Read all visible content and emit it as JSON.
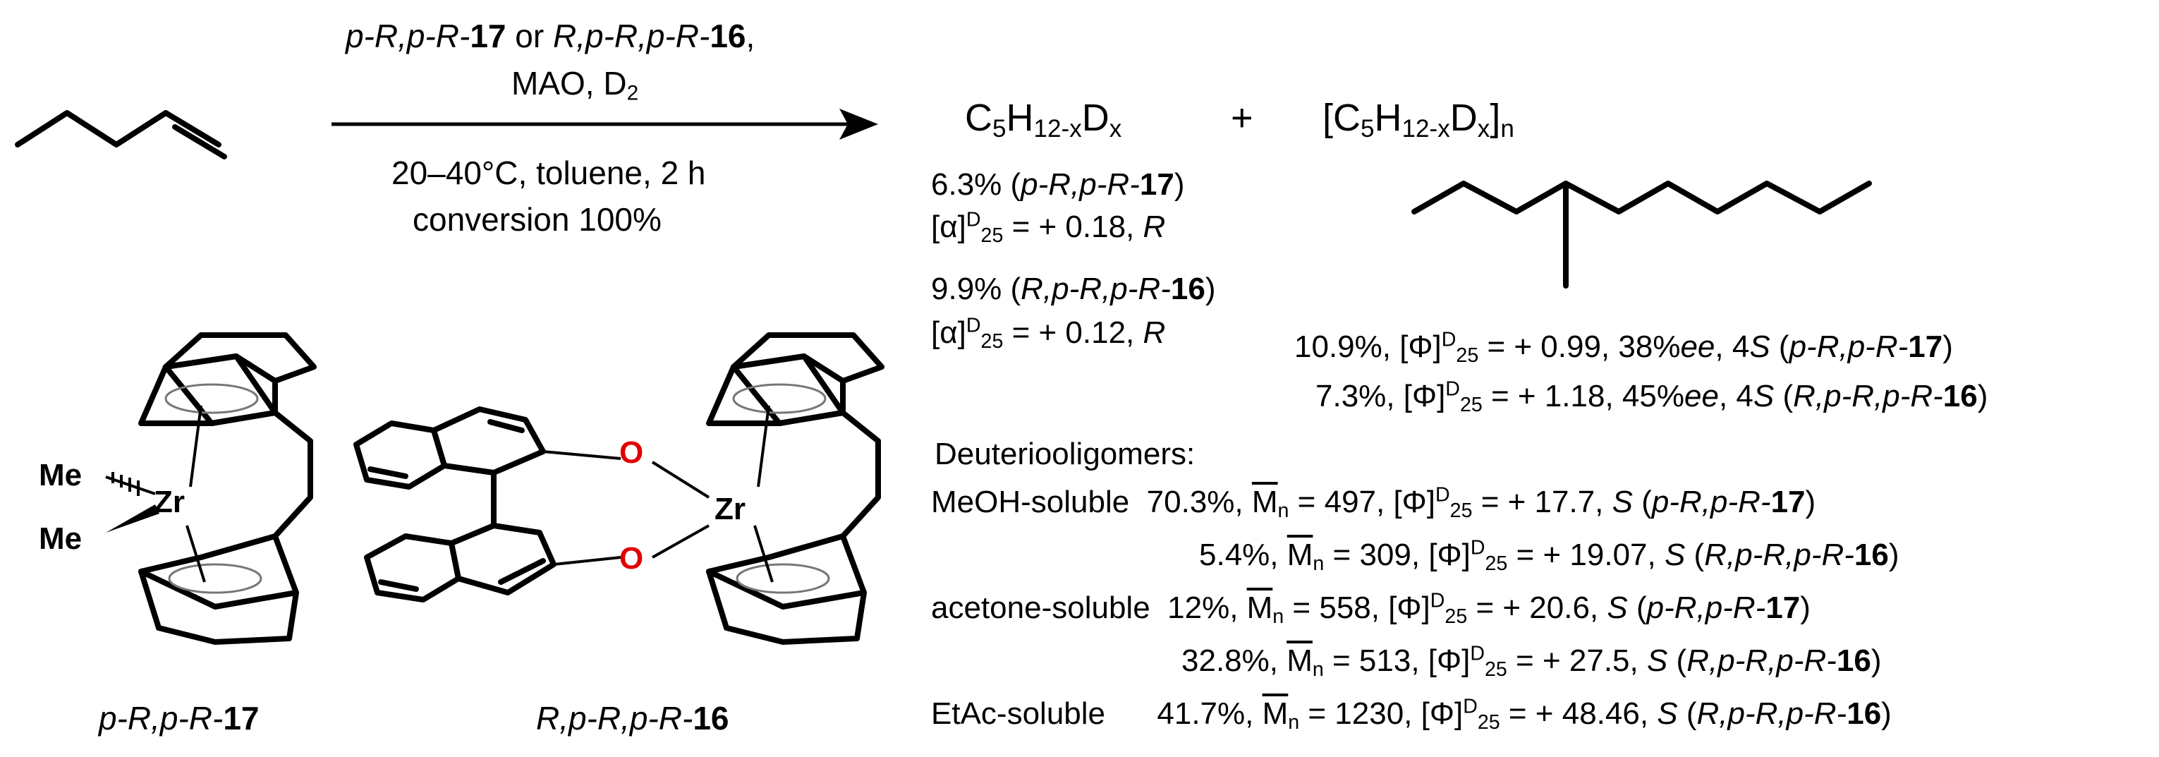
{
  "reaction": {
    "cat1": "p-R,p-R-",
    "cat1_num": "17",
    "or": " or ",
    "cat2": "R,p-R,p-R-",
    "cat2_num": "16",
    "comma": ",",
    "reagents": "MAO, D",
    "reagents_sub": "2",
    "conditions": "20–40°C, toluene, 2 h",
    "conversion": "conversion 100%"
  },
  "products": {
    "plus": "+",
    "p1_a": "C",
    "p1_a_sub": "5",
    "p1_b": "H",
    "p1_b_sub": "12-x",
    "p1_c": "D",
    "p1_c_sub": "x",
    "p2_open": "[C",
    "p2_a_sub": "5",
    "p2_b": "H",
    "p2_b_sub": "12-x",
    "p2_c": "D",
    "p2_c_sub": "x",
    "p2_close": "]",
    "p2_n": "n"
  },
  "alkane_results": [
    {
      "pct": "6.3% (",
      "cat": "p-R,p-R-",
      "num": "17",
      "end": ")"
    },
    {
      "pre": "[α]",
      "sup": "D",
      "sub": "25",
      "val": " = + 0.18, ",
      "conf": "R"
    },
    {
      "pct": "9.9% (",
      "cat": "R,p-R,p-R-",
      "num": "16",
      "end": ")"
    },
    {
      "pre": "[α]",
      "sup": "D",
      "sub": "25",
      "val": " = + 0.12, ",
      "conf": "R"
    }
  ],
  "dimer_results": [
    {
      "a": "10.9%, [Φ]",
      "sup": "D",
      "sub": "25",
      "b": " = + 0.99, 38%",
      "ee": "ee",
      "c": ", 4",
      "s": "S",
      "d": " (",
      "cat": "p-R,p-R-",
      "num": "17",
      "end": ")"
    },
    {
      "a": "7.3%, [Φ]",
      "sup": "D",
      "sub": "25",
      "b": " = + 1.18, 45%",
      "ee": "ee",
      "c": ", 4",
      "s": "S",
      "d": " (",
      "cat": "R,p-R,p-R-",
      "num": "16",
      "end": ")"
    }
  ],
  "oligomers": {
    "heading": "Deuteriooligomers:",
    "rows": [
      {
        "label": "MeOH-soluble",
        "pct": "70.3%, ",
        "m": "M",
        "msub": "n",
        "mn": " = 497, [Φ]",
        "sup": "D",
        "sub": "25",
        "rot": " = + 17.7, ",
        "s": "S",
        "d": " (",
        "cat": "p-R,p-R-",
        "num": "17",
        "end": ")"
      },
      {
        "label": "",
        "pct": "5.4%, ",
        "m": "M",
        "msub": "n",
        "mn": " = 309, [Φ]",
        "sup": "D",
        "sub": "25",
        "rot": " = + 19.07, ",
        "s": "S",
        "d": " (",
        "cat": "R,p-R,p-R-",
        "num": "16",
        "end": ")"
      },
      {
        "label": "acetone-soluble",
        "pct": "12%, ",
        "m": "M",
        "msub": "n",
        "mn": " = 558, [Φ]",
        "sup": "D",
        "sub": "25",
        "rot": " = + 20.6, ",
        "s": "S",
        "d": " (",
        "cat": "p-R,p-R-",
        "num": "17",
        "end": ")"
      },
      {
        "label": "",
        "pct": "32.8%, ",
        "m": "M",
        "msub": "n",
        "mn": " = 513, [Φ]",
        "sup": "D",
        "sub": "25",
        "rot": " = + 27.5, ",
        "s": "S",
        "d": " (",
        "cat": "R,p-R,p-R-",
        "num": "16",
        "end": ")"
      },
      {
        "label": "EtAc-soluble",
        "pct": "41.7%, ",
        "m": "M",
        "msub": "n",
        "mn": " = 1230, [Φ]",
        "sup": "D",
        "sub": "25",
        "rot": " = + 48.46, ",
        "s": "S",
        "d": " (",
        "cat": "R,p-R,p-R-",
        "num": "16",
        "end": ")"
      }
    ]
  },
  "structures": {
    "s17": {
      "atom_zr": "Zr",
      "me1": "Me",
      "me2": "Me",
      "label": "p-R,p-R-",
      "label_num": "17"
    },
    "s16": {
      "atom_zr": "Zr",
      "o1": "O",
      "o2": "O",
      "label": "R,p-R,p-R-",
      "label_num": "16",
      "oxygen_color": "#e00000"
    }
  }
}
